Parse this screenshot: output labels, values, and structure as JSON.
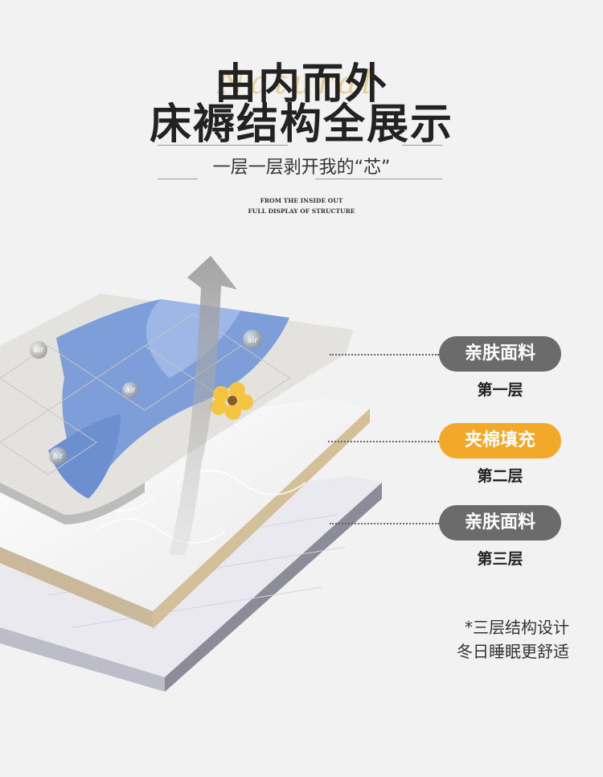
{
  "header": {
    "title_line1": "由内而外",
    "title_line2": "床褥结构全展示",
    "script_word": "Natural",
    "subtitle": "一层一层剥开我的“芯”",
    "english_line1": "FROM THE INSIDE OUT",
    "english_line2": "FULL DISPLAY OF STRUCTURE"
  },
  "bubble_label": "air",
  "layers": [
    {
      "pill": "亲肤面料",
      "label": "第一层",
      "color": "#6b6b6b"
    },
    {
      "pill": "夹棉填充",
      "label": "第二层",
      "color": "#f3a829"
    },
    {
      "pill": "亲肤面料",
      "label": "第三层",
      "color": "#6b6b6b"
    }
  ],
  "note": {
    "line1": "*三层结构设计",
    "line2": "冬日睡眠更舒适"
  }
}
